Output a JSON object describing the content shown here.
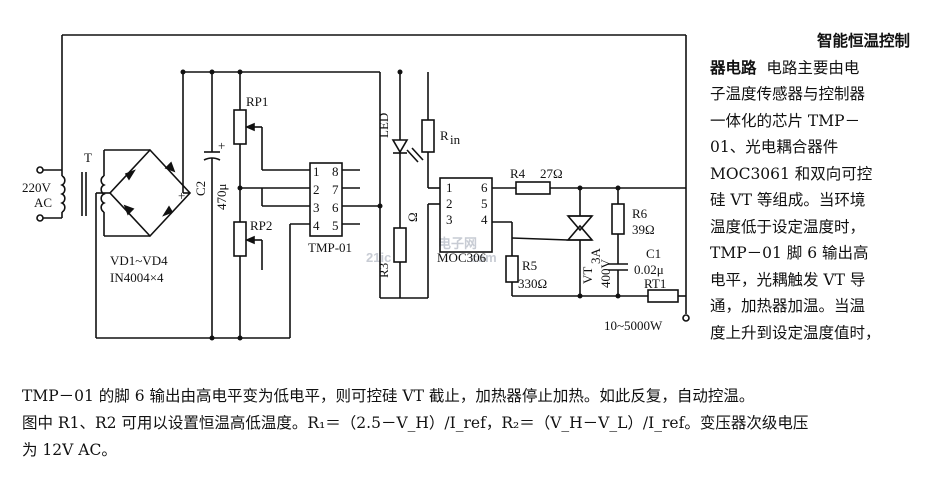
{
  "diagram": {
    "labels": {
      "mains": "220V",
      "ac": "AC",
      "transformer": "T",
      "rectifier": "VD1~VD4",
      "diode_type": "IN4004×4",
      "cap_c2": "C2",
      "cap_c2_value": "470μ",
      "plus": "+",
      "rp1": "RP1",
      "rp2": "RP2",
      "ic1": "TMP-01",
      "ic1_pins": [
        "1",
        "2",
        "3",
        "4",
        "8",
        "7",
        "6",
        "5"
      ],
      "led": "LED",
      "rin": "R",
      "rin_sub": "in",
      "r3": "R3",
      "r3_value": "Ω",
      "ic2": "MOC306",
      "ic2_pins": [
        "1",
        "2",
        "3",
        "6",
        "5",
        "4"
      ],
      "r4": "R4",
      "r4_value": "27Ω",
      "r5": "R5",
      "r5_value": "330Ω",
      "vt": "VT",
      "vt_current": "3A",
      "vt_voltage": "400V",
      "r6": "R6",
      "r6_value": "39Ω",
      "c1": "C1",
      "c1_value": "0.02μ",
      "rt1": "RT1",
      "heater": "10~5000W",
      "watermark": "21ic",
      "watermark_cn": "电子网",
      "watermark_url": "com"
    }
  },
  "text": {
    "title": "智能恒温控制",
    "title_tail": "器电路",
    "side_lines": [
      "电路主要由电",
      "子温度传感器与控制器",
      "一体化的芯片 TMP－",
      "01、光电耦合器件",
      "MOC3061 和双向可控",
      "硅 VT 等组成。当环境",
      "温度低于设定温度时，",
      "TMP－01 脚 6 输出高",
      "电平，光耦触发 VT 导",
      "通，加热器加温。当温",
      "度上升到设定温度值时，"
    ],
    "bottom_lines": [
      "TMP－01 的脚 6 输出由高电平变为低电平，则可控硅 VT 截止，加热器停止加热。如此反复，自动控温。",
      "图中 R1、R2 可用以设置恒温高低温度。R₁＝（2.5－V_H）/I_ref，R₂＝（V_H－V_L）/I_ref。变压器次级电压",
      "为 12V AC。"
    ]
  }
}
